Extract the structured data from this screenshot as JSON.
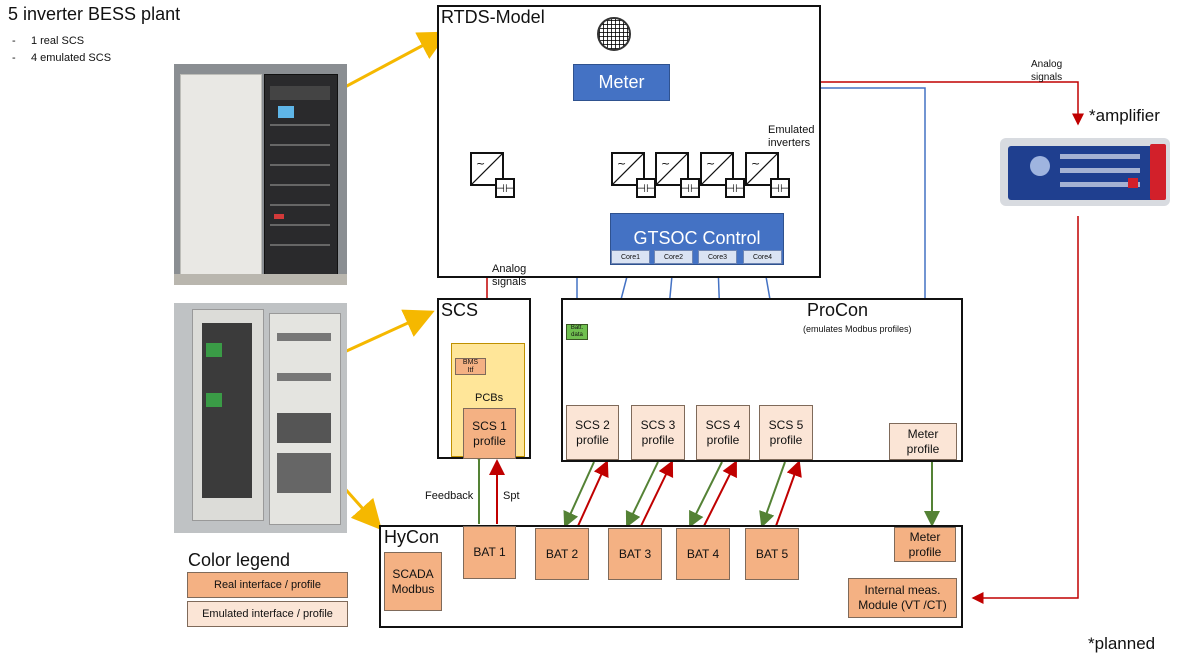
{
  "plant": {
    "title": "5 inverter BESS plant",
    "items": [
      "1 real SCS",
      "4 emulated SCS"
    ]
  },
  "rtds": {
    "title": "RTDS-Model",
    "meter": "Meter",
    "emulated_inverters": "Emulated\ninverters",
    "control": "GTSOC Control",
    "cores": [
      "Core1",
      "Core2",
      "Core3",
      "Core4"
    ]
  },
  "scs": {
    "title": "SCS",
    "bms": "BMS\nItf",
    "pcbs": "PCBs",
    "profile": "SCS 1\nprofile"
  },
  "procon": {
    "title": "ProCon",
    "subtitle": "(emulates Modbus profiles)",
    "batt_data": "Batt.\ndata",
    "profiles": [
      "SCS 2\nprofile",
      "SCS 3\nprofile",
      "SCS 4\nprofile",
      "SCS 5\nprofile"
    ],
    "meter_profile": "Meter\nprofile"
  },
  "hycon": {
    "title": "HyCon",
    "scada": "SCADA\nModbus",
    "bats": [
      "BAT 1",
      "BAT 2",
      "BAT 3",
      "BAT 4",
      "BAT 5"
    ],
    "meter_profile": "Meter\nprofile",
    "internal_meas": "Internal meas.\nModule (VT /CT)"
  },
  "labels": {
    "analog_top": "Analog\nsignals",
    "analog_mid": "Analog\nsignals",
    "feedback": "Feedback",
    "spt": "Spt",
    "amplifier": "*amplifier",
    "planned": "*planned"
  },
  "legend": {
    "title": "Color legend",
    "real": "Real interface / profile",
    "emulated": "Emulated interface / profile"
  },
  "colors": {
    "real": "#f4b183",
    "emulated": "#fbe5d6",
    "control_blue": "#4472c4",
    "signal_red": "#c00000",
    "feedback_green": "#548235",
    "photo_arrow": "#f5b800"
  }
}
